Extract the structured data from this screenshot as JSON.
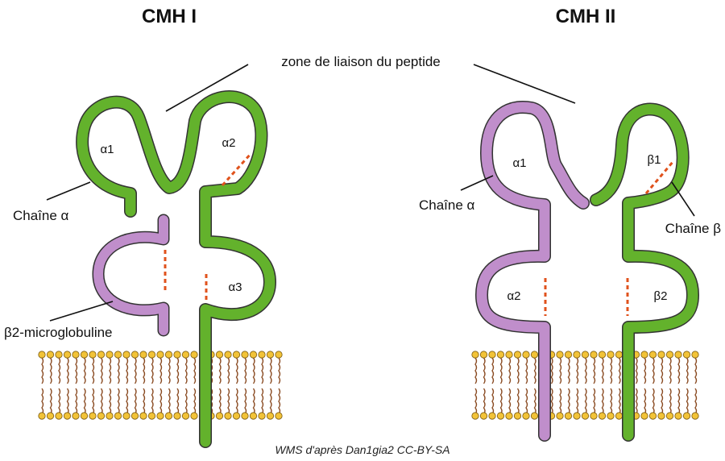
{
  "titles": {
    "mhc1": "CMH I",
    "mhc2": "CMH II"
  },
  "labels": {
    "binding_zone": "zone de liaison du peptide",
    "mhc1_alpha_chain": "Chaîne α",
    "beta2m": "β2-microglobuline",
    "mhc2_alpha_chain": "Chaîne α",
    "mhc2_beta_chain": "Chaîne β"
  },
  "domains": {
    "mhc1_a1": "α1",
    "mhc1_a2": "α2",
    "mhc1_a3": "α3",
    "mhc2_a1": "α1",
    "mhc2_a2": "α2",
    "mhc2_b1": "β1",
    "mhc2_b2": "β2"
  },
  "credit": "WMS d'après Dan1gia2 CC-BY-SA",
  "colors": {
    "alpha_chain_green": "#63b22c",
    "beta2m_purple": "#c08ecb",
    "mhc2_alpha_purple": "#c08ecb",
    "mhc2_beta_green": "#63b22c",
    "disulfide_orange": "#e0521c",
    "lipid_head": "#f2c338",
    "lipid_tail": "#8a4b22"
  }
}
